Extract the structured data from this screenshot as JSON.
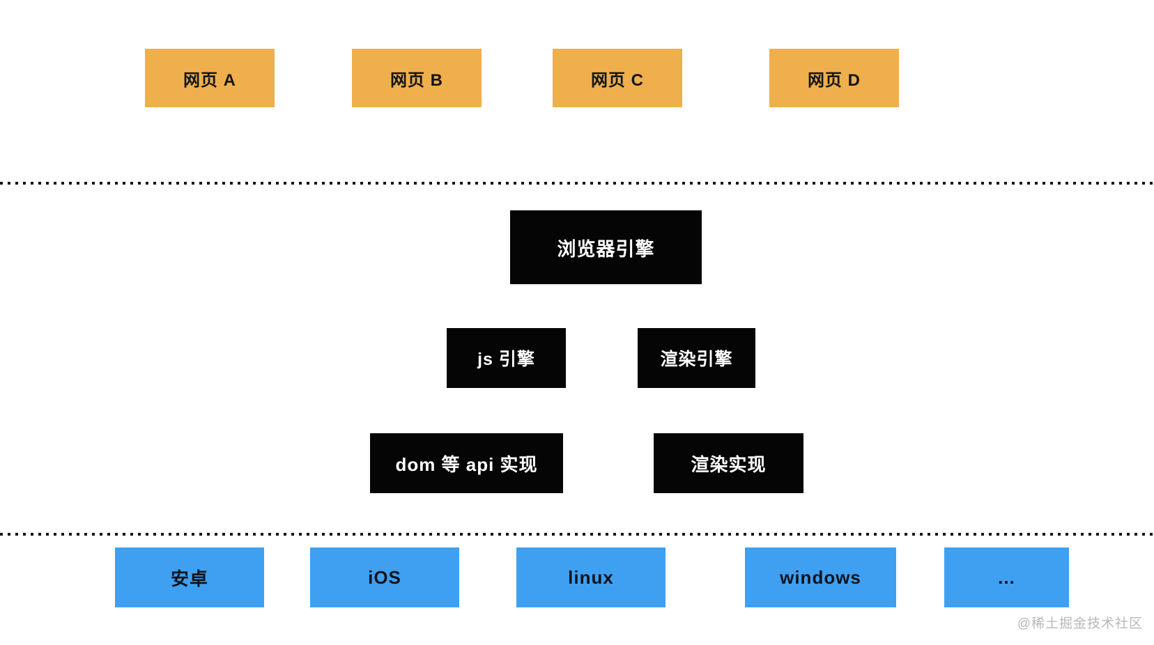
{
  "web_pages": [
    {
      "label": "网页 A"
    },
    {
      "label": "网页 B"
    },
    {
      "label": "网页 C"
    },
    {
      "label": "网页 D"
    }
  ],
  "engine": {
    "browser_engine": "浏览器引擎",
    "js_engine": "js 引擎",
    "render_engine": "渲染引擎",
    "dom_api": "dom 等 api 实现",
    "render_impl": "渲染实现"
  },
  "platforms": [
    {
      "label": "安卓"
    },
    {
      "label": "iOS"
    },
    {
      "label": "linux"
    },
    {
      "label": "windows"
    },
    {
      "label": "..."
    }
  ],
  "watermark": {
    "text": "@稀土掘金技术社区"
  },
  "colors": {
    "web_page_fill": "#EFAF4D",
    "engine_fill": "#050505",
    "engine_text": "#FFFFFF",
    "platform_fill": "#3FA0F2",
    "box_text": "#141414",
    "dotted_line": "#151515",
    "watermark_text": "#B8B8BC",
    "background": "#FFFFFF"
  }
}
